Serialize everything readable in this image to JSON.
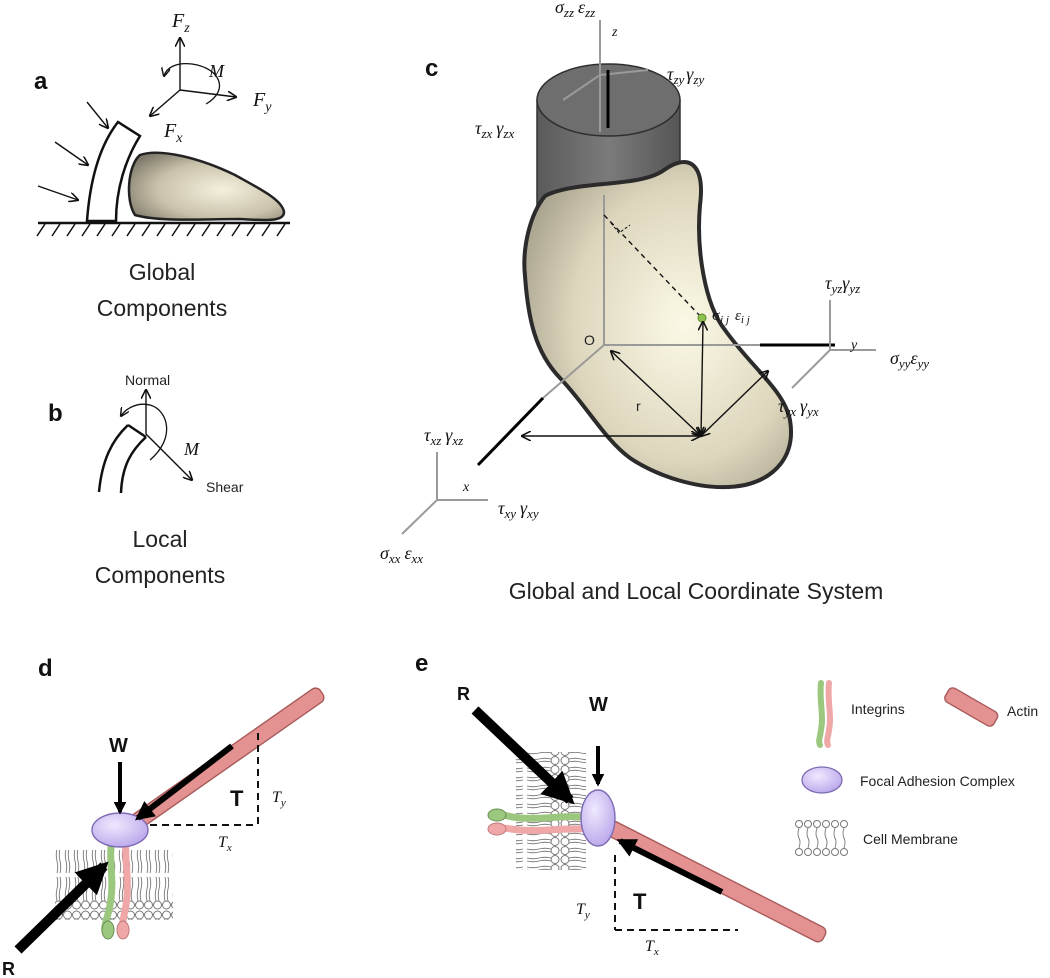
{
  "panels": {
    "a": "a",
    "b": "b",
    "c": "c",
    "d": "d",
    "e": "e"
  },
  "panel_a": {
    "fz": "F",
    "fz_sub": "z",
    "fy": "F",
    "fy_sub": "y",
    "fx": "F",
    "fx_sub": "x",
    "moment": "M",
    "caption_line1": "Global",
    "caption_line2": "Components"
  },
  "panel_b": {
    "normal": "Normal",
    "shear": "Shear",
    "moment": "M",
    "caption_line1": "Local",
    "caption_line2": "Components"
  },
  "panel_c": {
    "z_axis": "z",
    "y_axis": "y",
    "x_axis": "x",
    "origin": "O",
    "r": "r",
    "sigma_zz": "σ",
    "sigma_zz_sub": "zz",
    "eps_zz": "ε",
    "eps_zz_sub": "zz",
    "tau_zy": "τ",
    "tau_zy_sub": "zy",
    "gamma_zy": "γ",
    "gamma_zy_sub": "zy",
    "tau_zx": "τ",
    "tau_zx_sub": "zx",
    "gamma_zx": "γ",
    "gamma_zx_sub": "zx",
    "tau_yz": "τ",
    "tau_yz_sub": "yz",
    "gamma_yz": "γ",
    "gamma_yz_sub": "yz",
    "sigma_yy": "σ",
    "sigma_yy_sub": "yy",
    "eps_yy": "ε",
    "eps_yy_sub": "yy",
    "tau_yx": "τ",
    "tau_yx_sub": "yx",
    "gamma_yx": "γ",
    "gamma_yx_sub": "yx",
    "tau_xz": "τ",
    "tau_xz_sub": "xz",
    "gamma_xz": "γ",
    "gamma_xz_sub": "xz",
    "tau_xy": "τ",
    "tau_xy_sub": "xy",
    "gamma_xy": "γ",
    "gamma_xy_sub": "xy",
    "sigma_xx": "σ",
    "sigma_xx_sub": "xx",
    "eps_xx": "ε",
    "eps_xx_sub": "xx",
    "sigma_ij": "σ",
    "sigma_ij_sub": "i j",
    "eps_ij": "ε",
    "eps_ij_sub": "i j",
    "caption": "Global and Local Coordinate System"
  },
  "panel_d": {
    "W": "W",
    "R": "R",
    "T": "T",
    "ty": "T",
    "ty_sub": "y",
    "tx": "T",
    "tx_sub": "x"
  },
  "panel_e": {
    "W": "W",
    "R": "R",
    "T": "T",
    "ty": "T",
    "ty_sub": "y",
    "tx": "T",
    "tx_sub": "x"
  },
  "legend": {
    "integrins": "Integrins",
    "actin": "Actin",
    "fac": "Focal Adhesion Complex",
    "membrane": "Cell Membrane"
  },
  "colors": {
    "actin": "#e39191",
    "integrin_green": "#a9cf8a",
    "integrin_pink": "#efa7a7",
    "fac": "#cdbcf0",
    "cylinder": "#6b6b6b"
  }
}
